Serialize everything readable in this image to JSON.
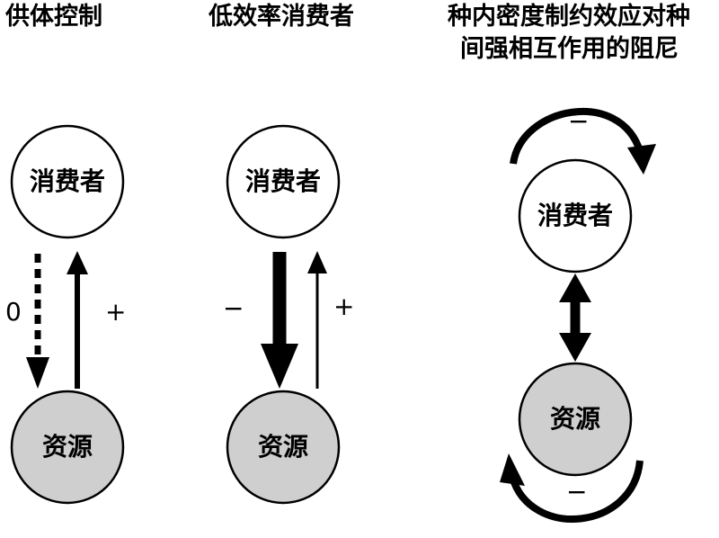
{
  "panels": [
    {
      "title": "供体控制",
      "consumer": "消费者",
      "resource": "资源",
      "down_label": "0",
      "up_label": "+"
    },
    {
      "title": "低效率消费者",
      "consumer": "消费者",
      "resource": "资源",
      "down_label": "−",
      "up_label": "+"
    },
    {
      "title_line1": "种内密度制约效应对种",
      "title_line2": "间强相互作用的阻尼",
      "consumer": "消费者",
      "resource": "资源",
      "top_label": "−",
      "bottom_label": "−"
    }
  ],
  "colors": {
    "consumer_fill": "#ffffff",
    "resource_fill": "#cfcfcf",
    "stroke": "#000000"
  }
}
